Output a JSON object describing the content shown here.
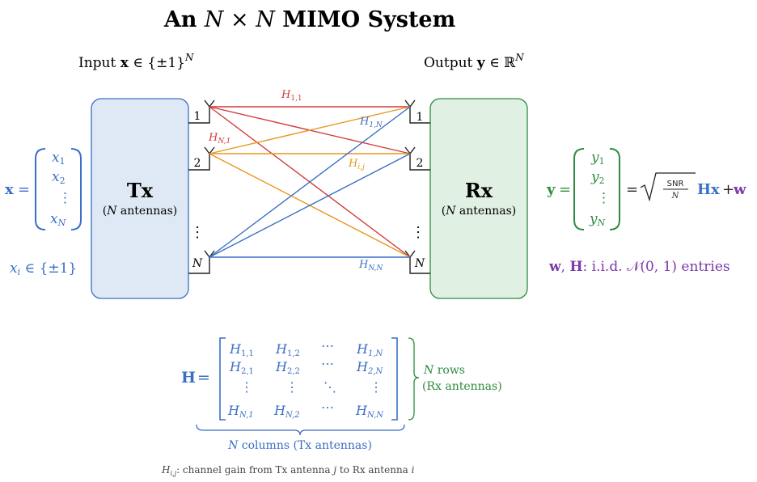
{
  "title": {
    "prefix": "An ",
    "n1": "N",
    "times": " × ",
    "n2": "N",
    "suffix": " MIMO System"
  },
  "input_label": {
    "text": "Input ",
    "var": "x",
    "rel": " ∈ {±1}",
    "sup": "N"
  },
  "output_label": {
    "text": "Output ",
    "var": "y",
    "rel": " ∈ ℝ",
    "sup": "N"
  },
  "tx": {
    "title": "Tx",
    "subtitle_n": "N",
    "subtitle_rest": " antennas)",
    "subtitle_open": "("
  },
  "rx": {
    "title": "Rx",
    "subtitle_n": "N",
    "subtitle_rest": " antennas)",
    "subtitle_open": "("
  },
  "antenna_labels": {
    "first": "1",
    "second": "2",
    "dots": "⋮",
    "last": "N"
  },
  "channel_labels": {
    "h11": {
      "base": "H",
      "sub": "1,1"
    },
    "hN1": {
      "base": "H",
      "sub": "N,1"
    },
    "h1N": {
      "base": "H",
      "sub": "1,N"
    },
    "hij": {
      "base": "H",
      "sub": "i,j"
    },
    "hNN": {
      "base": "H",
      "sub": "N,N"
    }
  },
  "x_vector": {
    "lhs": "x",
    "eq": "=",
    "entries": [
      {
        "base": "x",
        "sub": "1"
      },
      {
        "base": "x",
        "sub": "2"
      },
      {
        "base": "⋮",
        "sub": ""
      },
      {
        "base": "x",
        "sub": "N"
      }
    ]
  },
  "x_constraint": {
    "base": "x",
    "sub": "i",
    "rest": " ∈ {±1}"
  },
  "y_vector": {
    "lhs": "y",
    "eq": "=",
    "entries": [
      {
        "base": "y",
        "sub": "1"
      },
      {
        "base": "y",
        "sub": "2"
      },
      {
        "base": "⋮",
        "sub": ""
      },
      {
        "base": "y",
        "sub": "N"
      }
    ],
    "rhs_eq": "=",
    "snr": "SNR",
    "snr_den": "N",
    "hx": "Hx",
    "plus": "+",
    "w": "w"
  },
  "noise_note": {
    "w": "w",
    "comma": ",  ",
    "H": "H",
    "colon": ":  i.i.d. ",
    "dist": "𝒩(0, 1) entries"
  },
  "matrix": {
    "lhs": "H",
    "eq": "=",
    "rows": [
      [
        {
          "base": "H",
          "sub": "1,1"
        },
        {
          "base": "H",
          "sub": "1,2"
        },
        {
          "base": "⋯",
          "sub": ""
        },
        {
          "base": "H",
          "sub": "1,N"
        }
      ],
      [
        {
          "base": "H",
          "sub": "2,1"
        },
        {
          "base": "H",
          "sub": "2,2"
        },
        {
          "base": "⋯",
          "sub": ""
        },
        {
          "base": "H",
          "sub": "2,N"
        }
      ],
      [
        {
          "base": "⋮",
          "sub": ""
        },
        {
          "base": "⋮",
          "sub": ""
        },
        {
          "base": "⋱",
          "sub": ""
        },
        {
          "base": "⋮",
          "sub": ""
        }
      ],
      [
        {
          "base": "H",
          "sub": "N,1"
        },
        {
          "base": "H",
          "sub": "N,2"
        },
        {
          "base": "⋯",
          "sub": ""
        },
        {
          "base": "H",
          "sub": "N,N"
        }
      ]
    ]
  },
  "rows_note": {
    "n": "N",
    "rows": " rows",
    "line2": "(Rx antennas)"
  },
  "cols_note": {
    "n": "N",
    "rest": " columns (Tx antennas)"
  },
  "footnote": {
    "base": "H",
    "sub": "i,j",
    "rest1": ": channel gain from Tx antenna ",
    "j": "j",
    "rest2": " to Rx antenna ",
    "i": "i"
  },
  "colors": {
    "blue": "#3a6fc4",
    "green": "#2e8b3e",
    "red": "#d23a3a",
    "orange": "#e8961e",
    "purple": "#7b3aa8",
    "tx_fill": "#dfe9f6",
    "rx_fill": "#e0f0e2"
  }
}
